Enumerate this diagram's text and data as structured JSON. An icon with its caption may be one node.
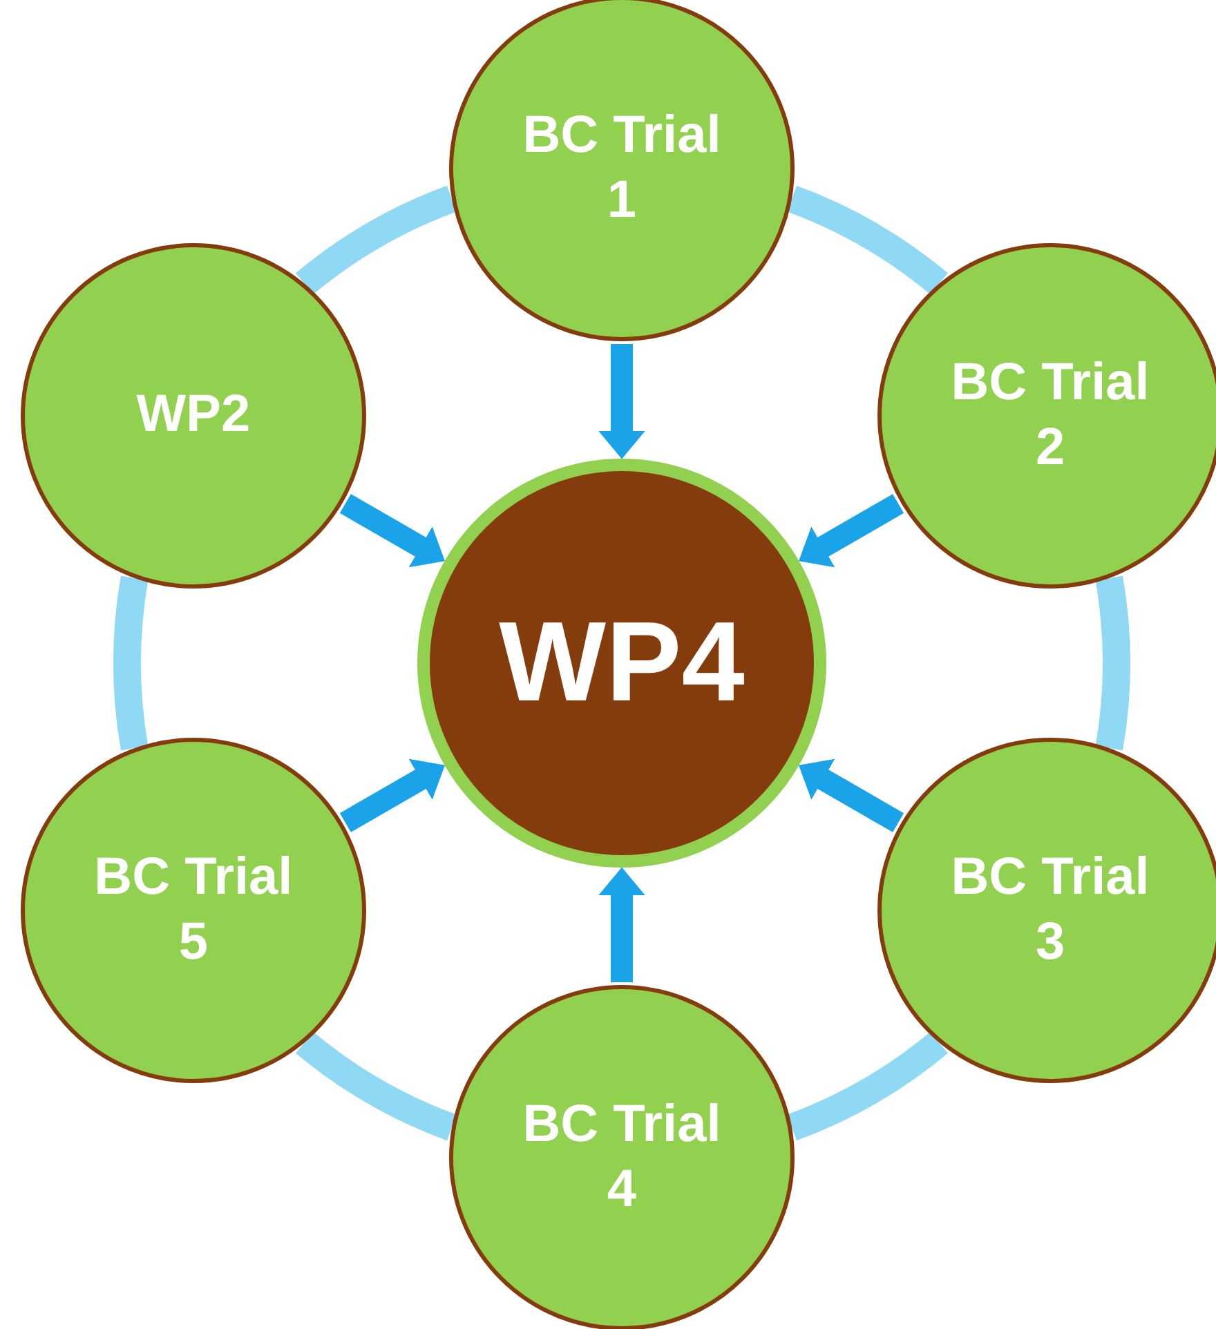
{
  "diagram": {
    "nodes": [
      {
        "text": [
          "BC Trial 1"
        ]
      },
      {
        "text": [
          "WP2"
        ]
      },
      {
        "text": [
          "BC Trial 2"
        ]
      },
      {
        "text": [
          "WP4"
        ]
      },
      {
        "text": [
          "BC Trial 3"
        ]
      },
      {
        "text": [
          "BC Trial 5"
        ]
      },
      {
        "text": [
          "BC Trial 4"
        ]
      }
    ],
    "edges": [
      {
        "from": 0,
        "to": 3,
        "arrow": "to",
        "color": "#1aa3e8"
      },
      {
        "from": 1,
        "to": 3,
        "arrow": "to",
        "color": "#1aa3e8"
      },
      {
        "from": 2,
        "to": 3,
        "arrow": "to",
        "color": "#1aa3e8"
      },
      {
        "from": 4,
        "to": 3,
        "arrow": "to",
        "color": "#1aa3e8"
      },
      {
        "from": 5,
        "to": 3,
        "arrow": "to",
        "color": "#1aa3e8"
      },
      {
        "from": 6,
        "to": 3,
        "arrow": "to",
        "color": "#1aa3e8"
      },
      {
        "from": 0,
        "to": 2,
        "arrow": "none",
        "color": "#8fd9f5"
      },
      {
        "from": 2,
        "to": 4,
        "arrow": "none",
        "color": "#8fd9f5"
      },
      {
        "from": 4,
        "to": 6,
        "arrow": "none",
        "color": "#8fd9f5"
      },
      {
        "from": 6,
        "to": 5,
        "arrow": "none",
        "color": "#8fd9f5"
      },
      {
        "from": 5,
        "to": 1,
        "arrow": "none",
        "color": "#8fd9f5"
      },
      {
        "from": 1,
        "to": 0,
        "arrow": "none",
        "color": "#8fd9f5"
      }
    ]
  }
}
